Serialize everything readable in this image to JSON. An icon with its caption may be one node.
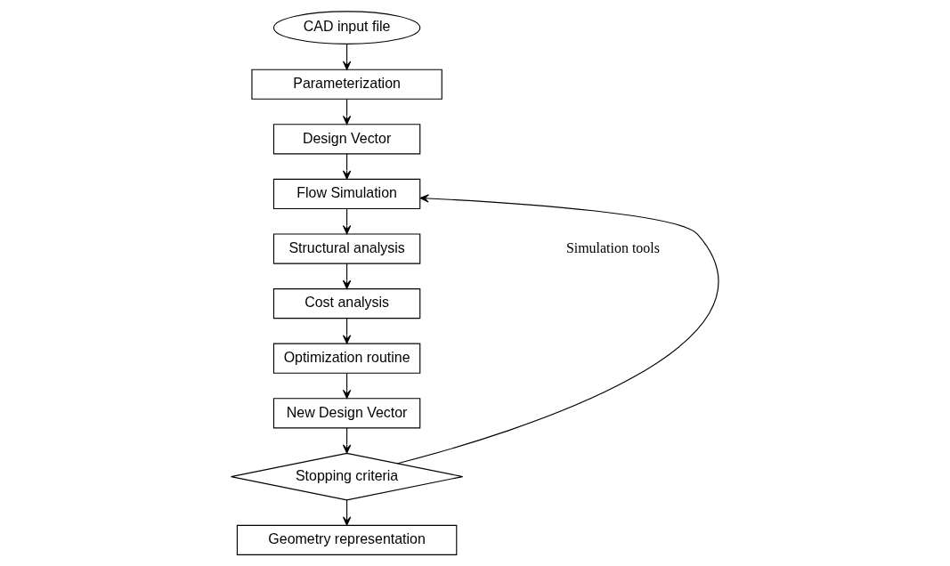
{
  "diagram": {
    "nodes": [
      {
        "text": [
          "CAD input file"
        ]
      },
      {
        "text": [
          "Parameterization"
        ]
      },
      {
        "text": [
          "Design Vector"
        ]
      },
      {
        "text": [
          "Flow Simulation"
        ]
      },
      {
        "text": [
          "Structural analysis"
        ]
      },
      {
        "text": [
          "Cost analysis"
        ]
      },
      {
        "text": [
          "Optimization routine"
        ]
      },
      {
        "text": [
          "New Design Vector"
        ]
      },
      {
        "text": [
          "Stopping criteria"
        ]
      },
      {
        "text": [
          "Geometry representation"
        ]
      }
    ],
    "edges": [
      {
        "from": 0,
        "to": 1,
        "arrow": "to"
      },
      {
        "from": 1,
        "to": 2,
        "arrow": "to"
      },
      {
        "from": 2,
        "to": 3,
        "arrow": "to"
      },
      {
        "from": 3,
        "to": 4,
        "arrow": "to"
      },
      {
        "from": 4,
        "to": 5,
        "arrow": "to"
      },
      {
        "from": 5,
        "to": 6,
        "arrow": "to"
      },
      {
        "from": 6,
        "to": 7,
        "arrow": "to"
      },
      {
        "from": 7,
        "to": 8,
        "arrow": "to"
      },
      {
        "from": 8,
        "to": 3,
        "arrow": "to"
      },
      {
        "from": 8,
        "to": 9,
        "arrow": "to"
      }
    ],
    "labels": [
      "Simulation tools"
    ]
  }
}
